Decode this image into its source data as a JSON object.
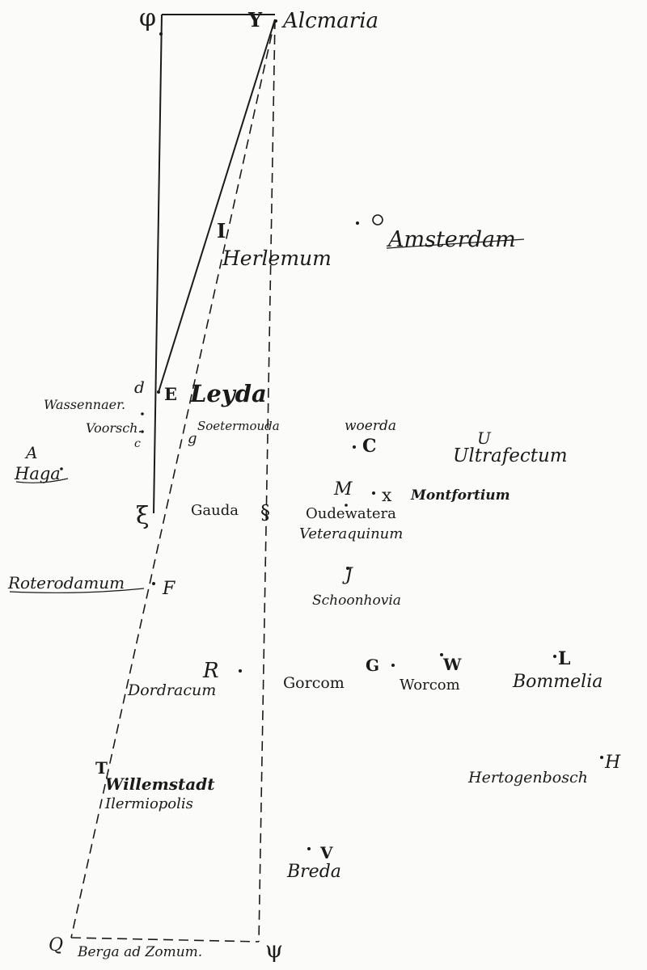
{
  "markers": {
    "phi": "φ",
    "psi": "ψ",
    "section": "§",
    "xi": "ξ",
    "q": "Q"
  },
  "letters": {
    "Y": "Y",
    "I": "I",
    "O": "O",
    "d": "d",
    "E": "E",
    "A": "A",
    "C_small": "c",
    "C": "C",
    "U": "U",
    "M": "M",
    "X": "x",
    "F": "F",
    "J": "J",
    "R": "R",
    "G": "G",
    "W": "W",
    "L": "L",
    "H": "H",
    "T": "T",
    "V": "V",
    "g": "g"
  },
  "places": {
    "alcmaria": "Alcmaria",
    "amsterdam": "Amsterdam",
    "herlemum": "Herlemum",
    "leyda": "Leyda",
    "wassennaer": "Wassennaer.",
    "voorsch": "Voorsch.",
    "haga": "Haga",
    "soetermouda": "Soetermouda",
    "woerda": "woerda",
    "ultrafectum": "Ultrafectum",
    "gauda": "Gauda",
    "montfortium": "Montfortium",
    "oudewatera": "Oudewatera",
    "veteraquinum": "Veteraquinum",
    "roterodamum": "Roterodamum",
    "schoonhovia": "Schoonhovia",
    "dordracum": "Dordracum",
    "gorcom": "Gorcom",
    "worcom": "Worcom",
    "bommelia": "Bommelia",
    "hertogenbosch": "Hertogenbosch",
    "willemstadt": "Willemstadt",
    "ilermiopolis": "Ilermiopolis",
    "breda": "Breda",
    "berga": "Berga ad Zomum."
  }
}
